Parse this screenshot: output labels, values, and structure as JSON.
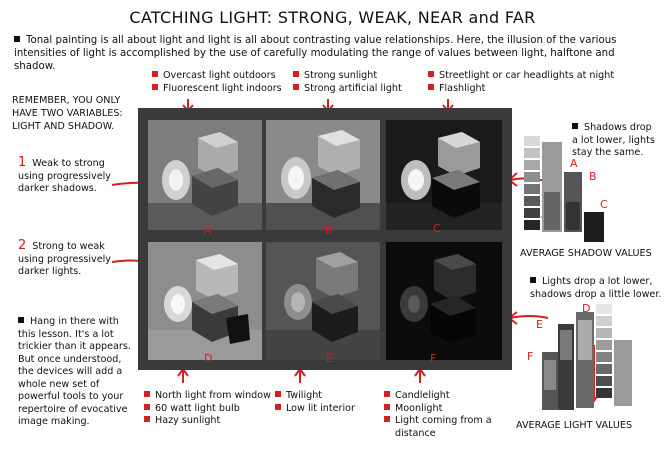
{
  "title": "CATCHING LIGHT: STRONG, WEAK, NEAR and FAR",
  "intro": "Tonal painting is all about light and light is all about contrasting value relationships. Here, the illusion of the various intensities of light is accomplished by the use of carefully modulating the range of values between light, halftone and shadow.",
  "top_labels": {
    "col1": [
      "Overcast light outdoors",
      "Fluorescent light indoors"
    ],
    "col2": [
      "Strong sunlight",
      "Strong artificial light"
    ],
    "col3": [
      "Streetlight or car headlights at night",
      "Flashlight"
    ]
  },
  "remember": "REMEMBER, YOU ONLY HAVE TWO VARIABLES: LIGHT AND SHADOW.",
  "row1": {
    "number": "1",
    "text": "Weak to strong using progressively darker shadows."
  },
  "row2": {
    "number": "2",
    "text": "Strong to weak using progressively darker lights."
  },
  "hang_in": "Hang in there with this lesson. It's a lot trickier than it appears. But once understood, the devices will add a whole new set of powerful tools to your repertoire of evocative image making.",
  "panel_letters": [
    "A",
    "B",
    "C",
    "D",
    "E",
    "F"
  ],
  "bottom_labels": {
    "col1": [
      "North light from window",
      "60 watt light bulb",
      "Hazy sunlight"
    ],
    "col2": [
      "Twilight",
      "Low lit interior"
    ],
    "col3": [
      "Candlelight",
      "Moonlight",
      "Light coming from a distance"
    ]
  },
  "shadow_note": "Shadows drop a lot lower, lights stay the same.",
  "shadow_caption": "AVERAGE SHADOW VALUES",
  "light_note": "Lights drop a lot lower, shadows drop a little lower.",
  "light_caption": "AVERAGE LIGHT VALUES",
  "colors": {
    "accent": "#d42020",
    "frame": "#3a3a3a"
  }
}
